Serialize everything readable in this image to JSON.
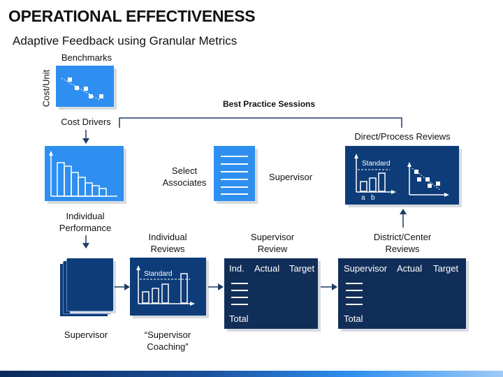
{
  "slide": {
    "title": "OPERATIONAL EFFECTIVENESS",
    "subtitle": "Adaptive Feedback using Granular Metrics"
  },
  "top_left": {
    "benchmarks_label": "Benchmarks",
    "cost_unit_label": "Cost/Unit",
    "cost_drivers_label": "Cost Drivers"
  },
  "best_practice": {
    "label": "Best Practice Sessions"
  },
  "middle": {
    "individual_performance_label": "Individual\nPerformance",
    "select_associates_label": "Select\nAssociates",
    "supervisor_label": "Supervisor",
    "direct_process_label": "Direct/Process Reviews",
    "standard_label": "Standard",
    "axis_a": "a",
    "axis_b": "b"
  },
  "bottom": {
    "individual_reviews_label": "Individual\nReviews",
    "supervisor_review_label": "Supervisor\nReview",
    "district_center_label": "District/Center\nReviews",
    "supervisor_label": "Supervisor",
    "coaching_label": "“Supervisor\nCoaching”",
    "standard_label": "Standard",
    "table1": {
      "headers": [
        "Ind.",
        "Actual",
        "Target"
      ],
      "footer": "Total"
    },
    "table2": {
      "headers": [
        "Supervisor",
        "Actual",
        "Target"
      ],
      "footer": "Total"
    }
  },
  "colors": {
    "light_blue": "#2e8ff0",
    "dark_blue": "#0d3c78",
    "navy": "#112e58",
    "arrow": "#1f3b63"
  }
}
